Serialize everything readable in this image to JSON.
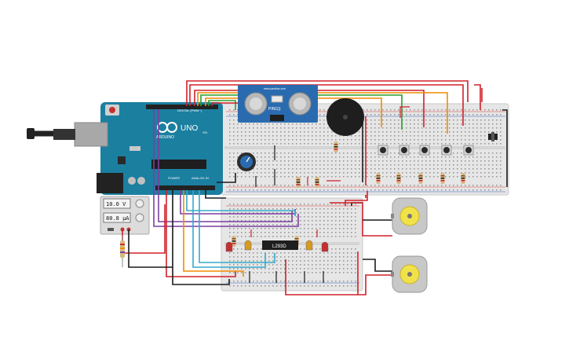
{
  "arduino": {
    "brand": "ARDUINO",
    "model": "UNO",
    "digital_label": "DIGITAL (PWM~)",
    "power_label": "POWER",
    "analog_label": "ANALOG IN",
    "on_label": "ON"
  },
  "power_supply": {
    "voltage": "10.0 V",
    "current": "80.8 µA"
  },
  "sensor": {
    "label": "PING))",
    "website": "www.parallax.com"
  },
  "chip": {
    "label": "L293D"
  },
  "colors": {
    "arduino_board": "#1b7fa0",
    "breadboard": "#e8e8e8",
    "wire_red": "#d0202a",
    "wire_black": "#1a1a1a",
    "wire_orange": "#f08c00",
    "wire_green": "#2a9d2a",
    "wire_purple": "#7b3fa0",
    "wire_cyan": "#33aacc",
    "motor_body": "#c8c8c8",
    "motor_cap": "#f2e24a"
  }
}
